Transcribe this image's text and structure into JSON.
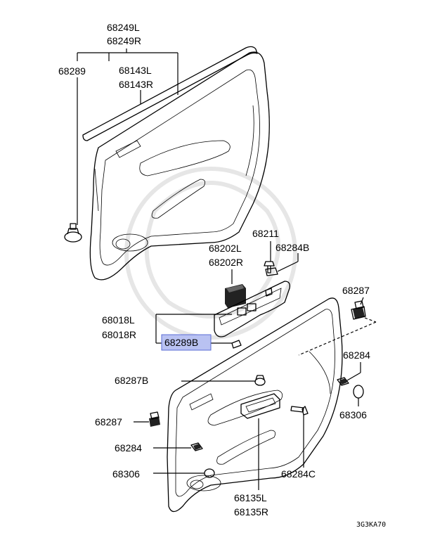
{
  "labels": {
    "p68249L": "68249L",
    "p68249R": "68249R",
    "p68289": "68289",
    "p68143L": "68143L",
    "p68143R": "68143R",
    "p68211": "68211",
    "p68284B": "68284B",
    "p68202L": "68202L",
    "p68202R": "68202R",
    "p68287_top": "68287",
    "p68018L": "68018L",
    "p68018R": "68018R",
    "p68289B": "68289B",
    "p68284_right": "68284",
    "p68287B": "68287B",
    "p68306_right": "68306",
    "p68287_left": "68287",
    "p68284_left": "68284",
    "p68306_left": "68306",
    "p68284C": "68284C",
    "p68135L": "68135L",
    "p68135R": "68135R"
  },
  "diagram_code": "3G3KA70",
  "highlighted_part": "68289B",
  "colors": {
    "highlight_fill": "#b9c2f2",
    "highlight_border": "#5a6cd6",
    "line": "#000000",
    "watermark": "#e6e6e6"
  }
}
